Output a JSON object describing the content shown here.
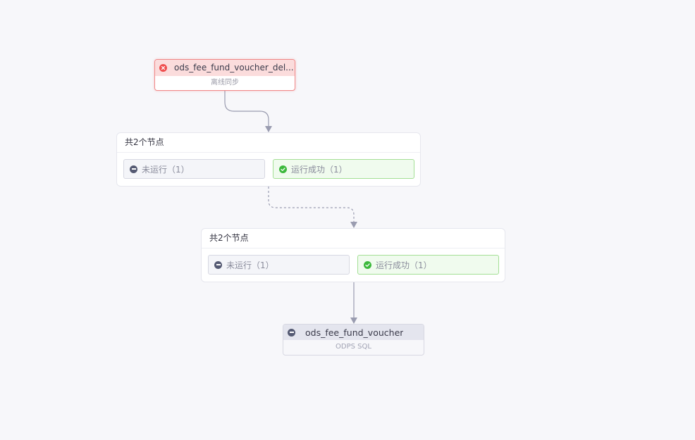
{
  "failed_node": {
    "title": "ods_fee_fund_voucher_del...",
    "type_label": "离线同步",
    "status_icon": "error-icon",
    "accent_color": "#ef4f4f"
  },
  "groups": [
    {
      "header": "共2个节点",
      "not_run_label": "未运行（1）",
      "success_label": "运行成功（1）"
    },
    {
      "header": "共2个节点",
      "not_run_label": "未运行（1）",
      "success_label": "运行成功（1）"
    }
  ],
  "target_node": {
    "title": "ods_fee_fund_voucher",
    "type_label": "ODPS SQL",
    "status_icon": "minus-circle-icon"
  },
  "colors": {
    "success": "#3cb93c",
    "not_run": "#555a73",
    "edge": "#9a9cb0",
    "background": "#f7f7fa"
  }
}
